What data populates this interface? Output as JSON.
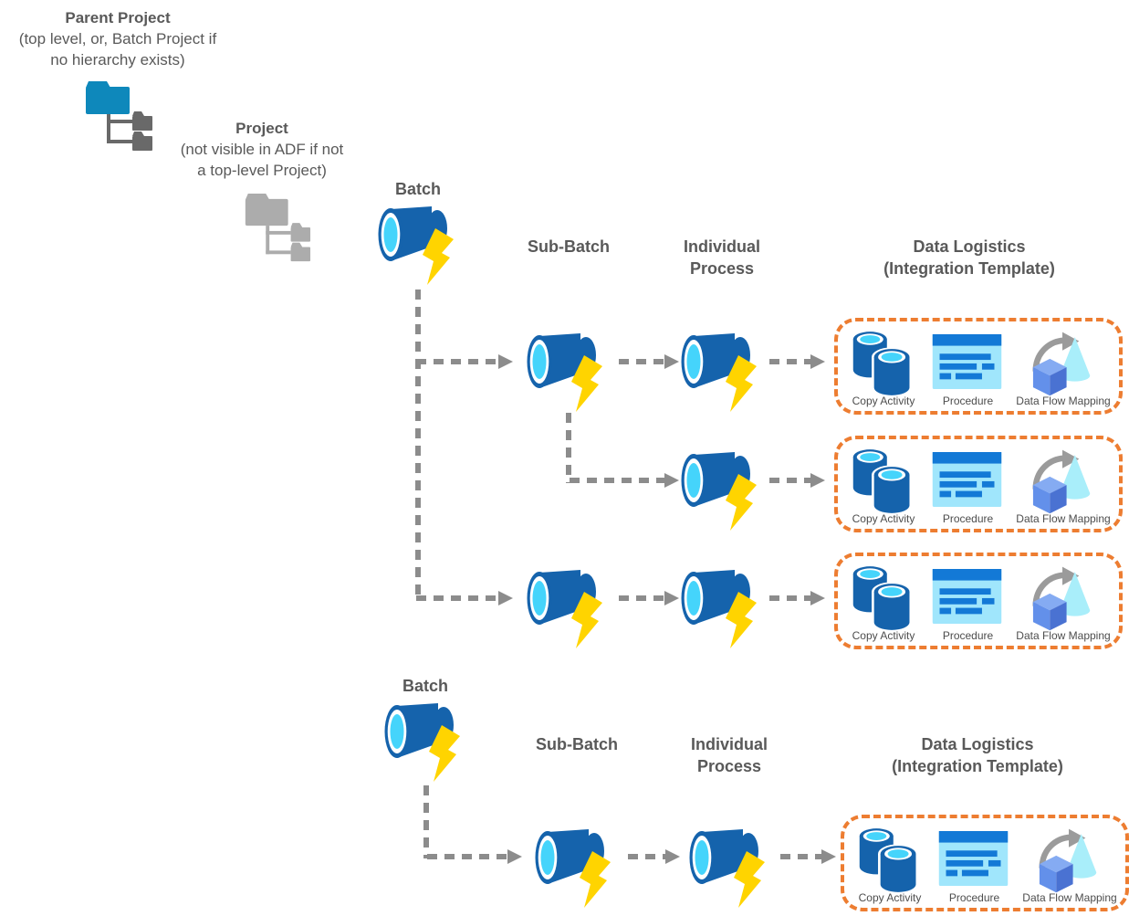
{
  "colors": {
    "accent_orange": "#ED7D31",
    "connector_gray": "#8C8C8C",
    "label_gray": "#595959",
    "caption_gray": "#4D4D4D",
    "pipeline_blue": "#1563AC",
    "pipeline_cyan": "#45D4FB",
    "bolt_yellow": "#FFD400",
    "folder_teal": "#0E88BB",
    "folder_gray": "#ACACAC",
    "procedure_blue": "#1379D6",
    "procedure_light": "#A0E6FC",
    "cone_cyan": "#A9EEFA",
    "cube_top": "#85ABF2",
    "cube_left": "#6390EA",
    "cube_right": "#4A72D2"
  },
  "parent_project": {
    "title": "Parent Project",
    "subtitle_line1": "(top level, or, Batch Project if",
    "subtitle_line2": "no hierarchy exists)"
  },
  "project": {
    "title": "Project",
    "subtitle_line1": "(not visible in ADF if not",
    "subtitle_line2": "a top-level Project)"
  },
  "labels": {
    "batch": "Batch",
    "sub_batch": "Sub-Batch",
    "individual_line1": "Individual",
    "individual_line2": "Process",
    "data_logistics": "Data Logistics",
    "integration_template": "(Integration Template)"
  },
  "template_items": {
    "copy_activity": "Copy Activity",
    "procedure": "Procedure",
    "data_flow_mapping": "Data Flow Mapping"
  }
}
